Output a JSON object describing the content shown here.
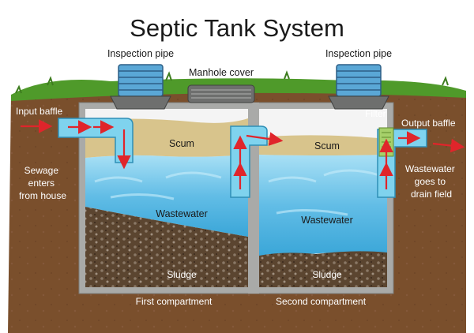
{
  "title": "Septic Tank System",
  "labels": {
    "inspection_pipe_left": "Inspection pipe",
    "manhole_cover": "Manhole cover",
    "inspection_pipe_right": "Inspection pipe",
    "input_baffle": "Input baffle",
    "output_baffle": "Output baffle",
    "filter": "Filter",
    "scum_left": "Scum",
    "scum_right": "Scum",
    "wastewater_left": "Wastewater",
    "wastewater_right": "Wastewater",
    "sludge_left": "Sludge",
    "sludge_right": "Sludge",
    "sewage_in": [
      "Sewage",
      "enters",
      "from house"
    ],
    "wastewater_out": [
      "Wastewater",
      "goes to",
      "drain field"
    ],
    "first_compartment": "First compartment",
    "second_compartment": "Second compartment"
  },
  "colors": {
    "soil": "#7a4f2c",
    "grass": "#4f9a2a",
    "tank_wall": "#a9aaa8",
    "water": "#7ec8e8",
    "scum": "#d8c48c",
    "sludge": "#5b4530",
    "pipe": "#7fd3ee",
    "arrow": "#e0252b",
    "filter": "#a6d06a"
  }
}
